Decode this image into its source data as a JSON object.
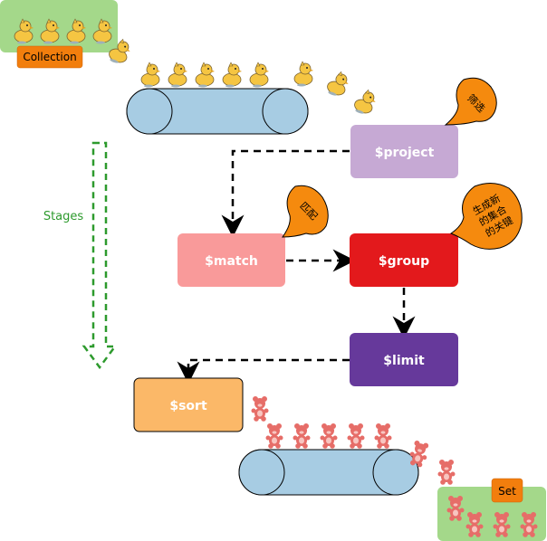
{
  "source": {
    "label": "Collection"
  },
  "target": {
    "label": "Set"
  },
  "stages_label": "Stages",
  "stages": {
    "project": "$project",
    "match": "$match",
    "group": "$group",
    "limit": "$limit",
    "sort": "$sort"
  },
  "callouts": {
    "project": "筛选",
    "match": "匹配",
    "group_lines": [
      "生成新",
      "的集合",
      "的关键"
    ]
  },
  "colors": {
    "project": "#c6a9d4",
    "match": "#f99a9a",
    "group": "#e3191c",
    "limit": "#66399b",
    "sort": "#fbb868",
    "conveyor": "#a7cce3",
    "area": "#a4d88a",
    "tag": "#f27e0d",
    "callout": "#f58a0e",
    "stages_arrow": "#2d9a2d"
  }
}
